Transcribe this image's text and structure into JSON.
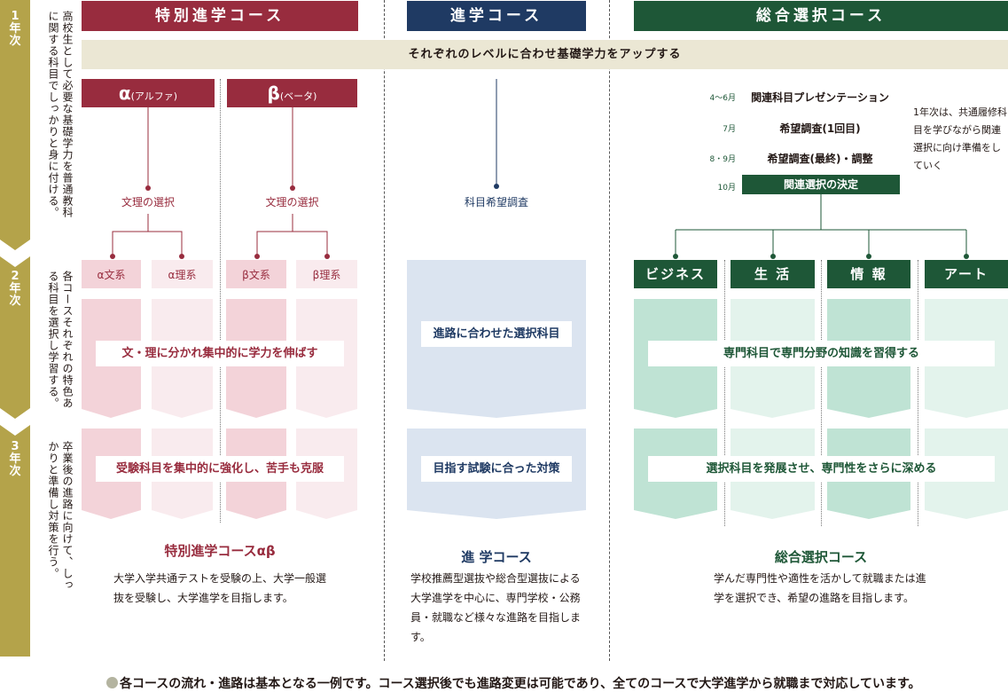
{
  "years": [
    {
      "label": "1\n年\n次",
      "desc": "高校生として必要な基礎学力を普通教科に関する科目でしっかりと身に付ける。"
    },
    {
      "label": "2\n年\n次",
      "desc": "各コースそれぞれの特色ある科目を選択し学習する。"
    },
    {
      "label": "3\n年\n次",
      "desc": "卒業後の進路に向けて、しっかりと準備し対策を行う。"
    }
  ],
  "courses": {
    "tokubetsu": {
      "header": "特別進学コース",
      "alpha": "α",
      "alpha_sub": "(アルファ)",
      "beta": "β",
      "beta_sub": "(ベータ)",
      "select_label": "文理の選択",
      "alpha_bun": "α文系",
      "alpha_ri": "α理系",
      "beta_bun": "β文系",
      "beta_ri": "β理系",
      "y2_text": "文・理に分かれ集中的に学力を伸ばす",
      "y3_text": "受験科目を集中的に強化し、苦手も克服",
      "title": "特別進学コースαβ",
      "desc": "大学入学共通テストを受験の上、大学一般選抜を受験し、大学進学を目指します。"
    },
    "shingaku": {
      "header": "進学コース",
      "survey": "科目希望調査",
      "y2_text": "進路に合わせた選択科目",
      "y3_text": "目指す試験に合った対策",
      "title": "進 学コース",
      "desc": "学校推薦型選抜や総合型選抜による大学進学を中心に、専門学校・公務員・就職など様々な進路を目指します。"
    },
    "sogo": {
      "header": "総合選択コース",
      "timeline": [
        {
          "month": "4～6月",
          "event": "関連科目プレゼンテーション"
        },
        {
          "month": "7月",
          "event": "希望調査(1回目)"
        },
        {
          "month": "8・9月",
          "event": "希望調査(最終)・調整"
        },
        {
          "month": "10月",
          "event": "関連選択の決定"
        }
      ],
      "note": "1年次は、共通履修科目を学びながら関連選択に向け準備をしていく",
      "branches": [
        "ビジネス",
        "生 活",
        "情 報",
        "アート"
      ],
      "y2_text": "専門科目で専門分野の知識を習得する",
      "y3_text": "選択科目を発展させ、専門性をさらに深める",
      "title": "総合選択コース",
      "desc": "学んだ専門性や適性を活かして就職または進学を選択でき、希望の進路を目指します。"
    }
  },
  "common_banner": "それぞれのレベルに合わせ基礎学力をアップする",
  "footnote": "各コースの流れ・進路は基本となる一例です。コース選択後でも進路変更は可能であり、全てのコースで大学進学から就職まで対応しています。",
  "colors": {
    "crimson": "#982c3e",
    "navy": "#1f3a63",
    "green": "#1e5737",
    "olive": "#b4a34a",
    "beige": "#ebe7d4",
    "pink_dark": "#f3d3d9",
    "pink_light": "#f9ebee",
    "blue_light": "#dbe4f0",
    "green_dark": "#bfe3d4",
    "green_light": "#e3f3ec"
  }
}
